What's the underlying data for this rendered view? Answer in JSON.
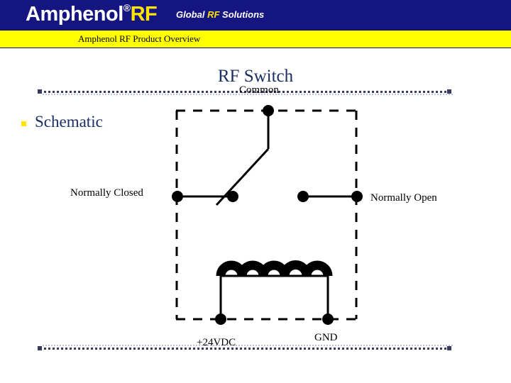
{
  "header": {
    "brand_main": "Amphenol",
    "brand_reg": "®",
    "brand_rf": "RF",
    "tagline_pre": "Global ",
    "tagline_rf": "RF",
    "tagline_post": " Solutions",
    "subtitle": "Amphenol RF Product Overview",
    "band_color": "#151582",
    "subtitle_band_color": "#ffff00",
    "accent_yellow": "#ffe400"
  },
  "slide": {
    "title": "RF Switch",
    "bullet_label": "Schematic",
    "bullet_color": "#ffe400",
    "title_color": "#1b2f63"
  },
  "schematic": {
    "labels": {
      "common": "Common",
      "normally_closed": "Normally Closed",
      "normally_open": "Normally Open",
      "supply": "+24VDC",
      "ground": "GND"
    },
    "coil_turns": 5,
    "line_color": "#000000",
    "terminal_count": 6
  }
}
